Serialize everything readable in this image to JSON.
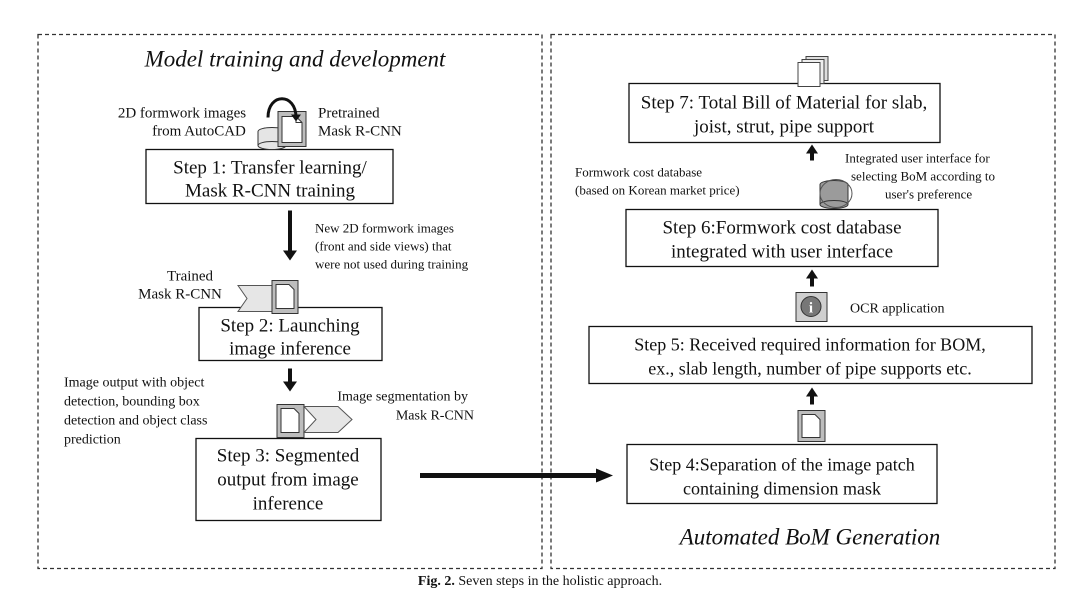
{
  "panels": {
    "left_title": "Model training and development",
    "right_title": "Automated BoM Generation"
  },
  "steps": {
    "step1": [
      "Step 1: Transfer learning/",
      "Mask R-CNN training"
    ],
    "step2": [
      "Step 2: Launching",
      "image inference"
    ],
    "step3": [
      "Step 3: Segmented",
      "output from image",
      "inference"
    ],
    "step4": [
      "Step 4:Separation of the image patch",
      "containing dimension mask"
    ],
    "step5": [
      "Step 5: Received required information for BOM,",
      "ex., slab length, number of pipe supports etc."
    ],
    "step6": [
      "Step 6:Formwork cost database",
      "integrated with user interface"
    ],
    "step7": [
      "Step 7: Total Bill of Material for slab,",
      "joist, strut, pipe support"
    ]
  },
  "notes": {
    "images_2d": [
      "2D formwork images",
      "from AutoCAD"
    ],
    "pretrained": [
      "Pretrained",
      "Mask R-CNN"
    ],
    "new_images": [
      "New 2D formwork images",
      "(front and side views) that",
      "were not used during training"
    ],
    "trained": [
      "Trained",
      "Mask R-CNN"
    ],
    "image_output": [
      "Image output with object",
      "detection, bounding box",
      "detection and object class",
      "prediction"
    ],
    "segmentation": [
      "Image segmentation by",
      "Mask R-CNN"
    ],
    "cost_db": [
      "Formwork cost database",
      "(based on Korean market price)"
    ],
    "ui": [
      "Integrated user interface for",
      "selecting BoM according to",
      "user's preference"
    ],
    "ocr": "OCR application"
  },
  "caption": {
    "label": "Fig. 2.",
    "text": " Seven steps in the holistic approach."
  },
  "colors": {
    "line": "#111111",
    "icon_fill": "#d9d9d9",
    "icon_dark": "#888888"
  }
}
